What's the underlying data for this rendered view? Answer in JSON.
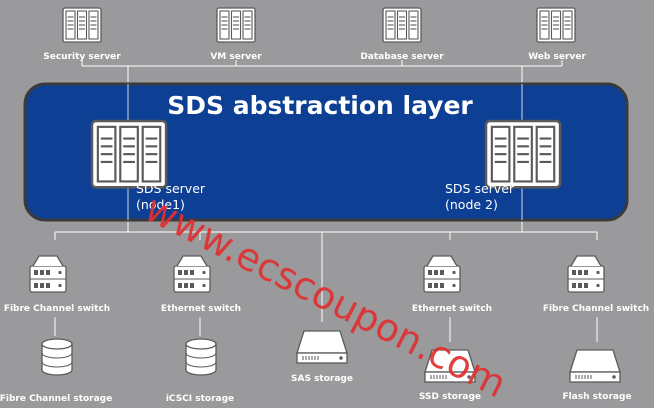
{
  "layer": {
    "title": "SDS abstraction layer"
  },
  "top_servers": [
    {
      "label": "Security server"
    },
    {
      "label": "VM server"
    },
    {
      "label": "Database server"
    },
    {
      "label": "Web server"
    }
  ],
  "sds_nodes": [
    {
      "line1": "SDS server",
      "line2": "(node1)"
    },
    {
      "line1": "SDS server",
      "line2": "(node 2)"
    }
  ],
  "switches": [
    {
      "label": "Fibre Channel switch"
    },
    {
      "label": "Ethernet switch"
    },
    {
      "label": "Ethernet switch"
    },
    {
      "label": "Fibre Channel switch"
    }
  ],
  "storage": [
    {
      "label": "Fibre Channel storage"
    },
    {
      "label": "iCSCI storage"
    },
    {
      "label": "SAS storage"
    },
    {
      "label": "SSD storage"
    },
    {
      "label": "Flash storage"
    }
  ],
  "watermark": "www.ecscoupon.com",
  "colors": {
    "background": "#9a9a9c",
    "layer_fill": "#0d3f94",
    "line": "#ffffff",
    "watermark": "#e03030"
  }
}
